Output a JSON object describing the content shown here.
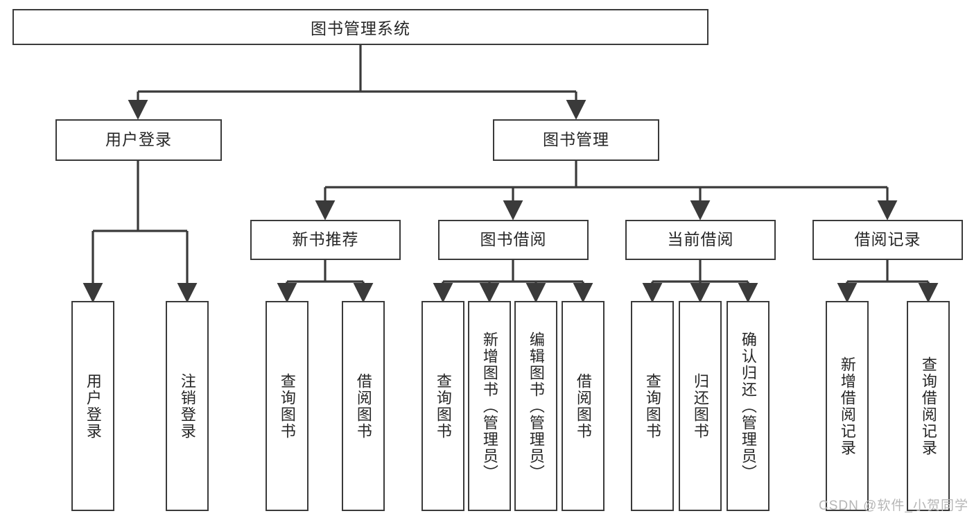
{
  "diagram": {
    "title": "图书管理系统",
    "root": {
      "label": "图书管理系统"
    },
    "level2": [
      {
        "label": "用户登录"
      },
      {
        "label": "图书管理"
      }
    ],
    "level3": [
      {
        "label": "新书推荐"
      },
      {
        "label": "图书借阅"
      },
      {
        "label": "当前借阅"
      },
      {
        "label": "借阅记录"
      }
    ],
    "leaves": {
      "user_login": [
        {
          "label": "用户登录"
        },
        {
          "label": "注销登录"
        }
      ],
      "new_book_recommend": [
        {
          "label": "查询图书"
        },
        {
          "label": "借阅图书"
        }
      ],
      "book_borrow": [
        {
          "label": "查询图书"
        },
        {
          "label": "新增图书（管理员）"
        },
        {
          "label": "编辑图书（管理员）"
        },
        {
          "label": "借阅图书"
        }
      ],
      "current_borrow": [
        {
          "label": "查询图书"
        },
        {
          "label": "归还图书"
        },
        {
          "label": "确认归还（管理员）"
        }
      ],
      "borrow_record": [
        {
          "label": "新增借阅记录"
        },
        {
          "label": "查询借阅记录"
        }
      ]
    }
  },
  "watermark": {
    "text": "CSDN @软件_小贺同学"
  },
  "colors": {
    "border": "#3a3a3a",
    "text": "#262626",
    "background": "#ffffff",
    "watermark": "#b6b6b6"
  }
}
